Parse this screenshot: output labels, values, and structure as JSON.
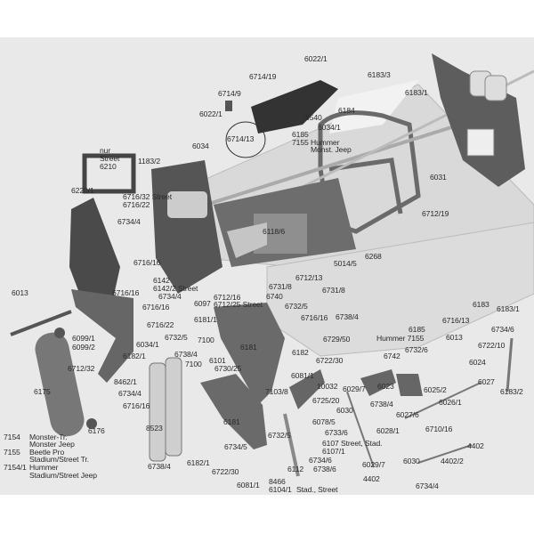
{
  "diagram": {
    "type": "exploded parts diagram",
    "labels": [
      "6022/1",
      "6714/19",
      "6714/9",
      "6022/1",
      "6183/3",
      "6183/1",
      "6184",
      "6540",
      "6034/1",
      "6185",
      "7155 Hummer",
      "Monst. Jeep",
      "6714/13",
      "6034",
      "nur",
      "Street",
      "6210",
      "1183/2",
      "6220/1",
      "6716/32 Street",
      "6716/22",
      "6734/4",
      "6031",
      "6712/19",
      "6118/6",
      "5014/5",
      "6268",
      "6716/16",
      "6142",
      "6142/2 Street",
      "6734/4",
      "6097",
      "6712/16",
      "6712/25 Street",
      "6712/13",
      "6731/8",
      "6731/8",
      "6740",
      "6732/5",
      "6013",
      "6716/16",
      "6716/16",
      "6716/22",
      "6181/1",
      "6099/1",
      "6099/2",
      "6732/5",
      "7100",
      "6034/1",
      "6181",
      "6182/1",
      "6738/4",
      "6712/32",
      "7100",
      "6101",
      "6730/25",
      "6175",
      "8462/1",
      "6734/4",
      "6716/16",
      "6181",
      "6176",
      "8523",
      "7154",
      "Monster-Tr.",
      "Monster Jeep",
      "7155",
      "Beetle Pro",
      "Stadium/Street Tr.",
      "7154/1",
      "Hummer",
      "Stadium/Street Jeep",
      "6734/5",
      "6738/4",
      "6182/1",
      "6722/30",
      "6081/1",
      "6716/16",
      "6738/4",
      "6729/50",
      "6182",
      "6722/30",
      "6081/1",
      "7103/8",
      "10032",
      "6725/20",
      "6030",
      "6029/7",
      "6023",
      "6738/4",
      "6078/5",
      "6732/5",
      "6733/6",
      "6107 Street, Stad.",
      "6107/1",
      "6734/6",
      "6112",
      "6738/6",
      "8466",
      "6104/1",
      "Stad., Street",
      "6183",
      "6183/1",
      "6716/13",
      "6185",
      "Hummer 7155",
      "6013",
      "6734/6",
      "6722/10",
      "6742",
      "6732/6",
      "6024",
      "6025/2",
      "6027",
      "6183/2",
      "6026/1",
      "6027/6",
      "6710/16",
      "6028/1",
      "4402",
      "4402/2",
      "6029/7",
      "6030",
      "4402",
      "6734/4"
    ]
  },
  "colors": {
    "background": "#e9e9e9",
    "part_dark": "#5a5a5a",
    "part_mid": "#8a8a8a",
    "metal": "#d4d4d4",
    "text": "#2a2a2a"
  }
}
